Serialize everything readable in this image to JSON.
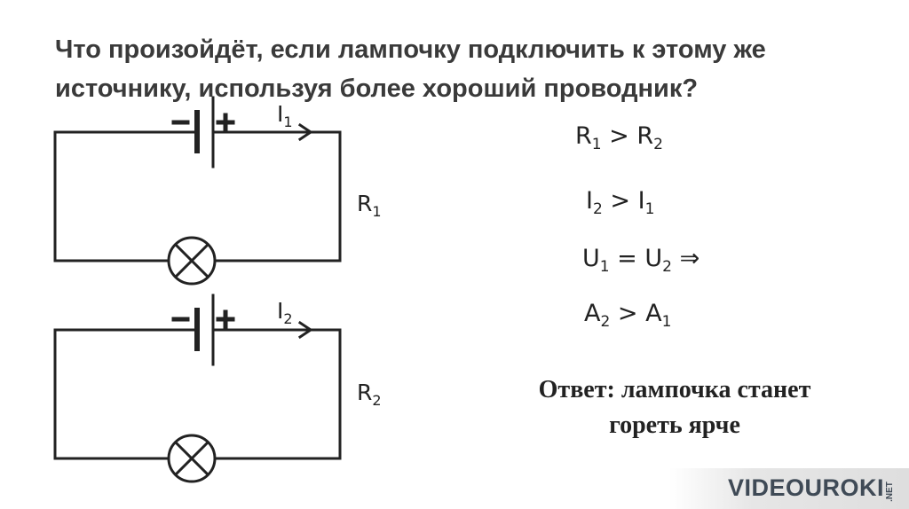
{
  "question": {
    "line1": "Что произойдёт, если лампочку подключить к этому же",
    "line2": "источнику, используя более хороший проводник?"
  },
  "circuit1": {
    "current_sym": "I",
    "current_sub": "1",
    "res_sym": "R",
    "res_sub": "1",
    "minus": "-",
    "plus": "+"
  },
  "circuit2": {
    "current_sym": "I",
    "current_sub": "2",
    "res_sym": "R",
    "res_sub": "2",
    "minus": "-",
    "plus": "+"
  },
  "equations": {
    "eq1": {
      "a": "R",
      "a_sub": "1",
      "op": " > ",
      "b": "R",
      "b_sub": "2"
    },
    "eq2": {
      "a": "I",
      "a_sub": "2",
      "op": " > ",
      "b": "I",
      "b_sub": "1"
    },
    "eq3": {
      "a": "U",
      "a_sub": "1",
      "op": " = ",
      "b": "U",
      "b_sub": "2",
      "tail": " ⇒"
    },
    "eq4": {
      "a": "A",
      "a_sub": "2",
      "op": " > ",
      "b": "A",
      "b_sub": "1"
    }
  },
  "answer": {
    "line1": "Ответ: лампочка станет",
    "line2": "гореть ярче"
  },
  "watermark": {
    "text": "VIDEOUROKI",
    "suffix": ".NET"
  },
  "colors": {
    "wire": "#222222",
    "question_text": "#3a3a3a",
    "watermark_text": "#3f4a56"
  }
}
